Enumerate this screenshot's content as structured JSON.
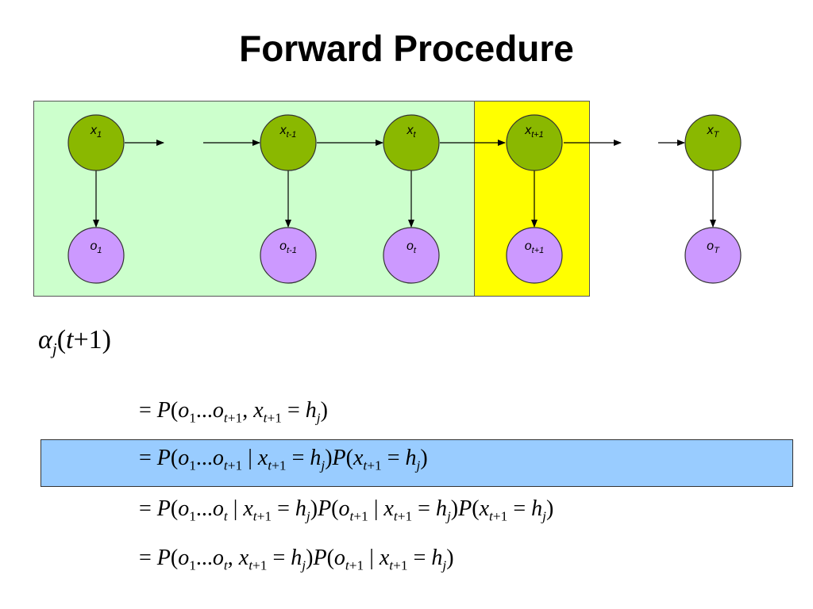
{
  "title": "Forward Procedure",
  "nodes": {
    "x1": {
      "base": "x",
      "sub": "1"
    },
    "xtm1": {
      "base": "x",
      "sub": "t-1"
    },
    "xt": {
      "base": "x",
      "sub": "t"
    },
    "xtp1": {
      "base": "x",
      "sub": "t+1"
    },
    "xT": {
      "base": "x",
      "sub": "T"
    },
    "o1": {
      "base": "o",
      "sub": "1"
    },
    "otm1": {
      "base": "o",
      "sub": "t-1"
    },
    "ot": {
      "base": "o",
      "sub": "t"
    },
    "otp1": {
      "base": "o",
      "sub": "t+1"
    },
    "oT": {
      "base": "o",
      "sub": "T"
    }
  },
  "colors": {
    "hidden_node": "#8ab800",
    "observed_node": "#cc99ff",
    "past_region": "#ccffcc",
    "current_region": "#ffff00",
    "highlight_row": "#99ccff"
  },
  "equations": {
    "lhs": "α_j(t+1)",
    "line1": "= P(o_1...o_{t+1}, x_{t+1} = h_j)",
    "line2": "= P(o_1...o_{t+1} | x_{t+1} = h_j)P(x_{t+1} = h_j)",
    "line3": "= P(o_1...o_t | x_{t+1} = h_j)P(o_{t+1} | x_{t+1} = h_j)P(x_{t+1} = h_j)",
    "line4": "= P(o_1...o_t, x_{t+1} = h_j)P(o_{t+1} | x_{t+1} = h_j)"
  }
}
